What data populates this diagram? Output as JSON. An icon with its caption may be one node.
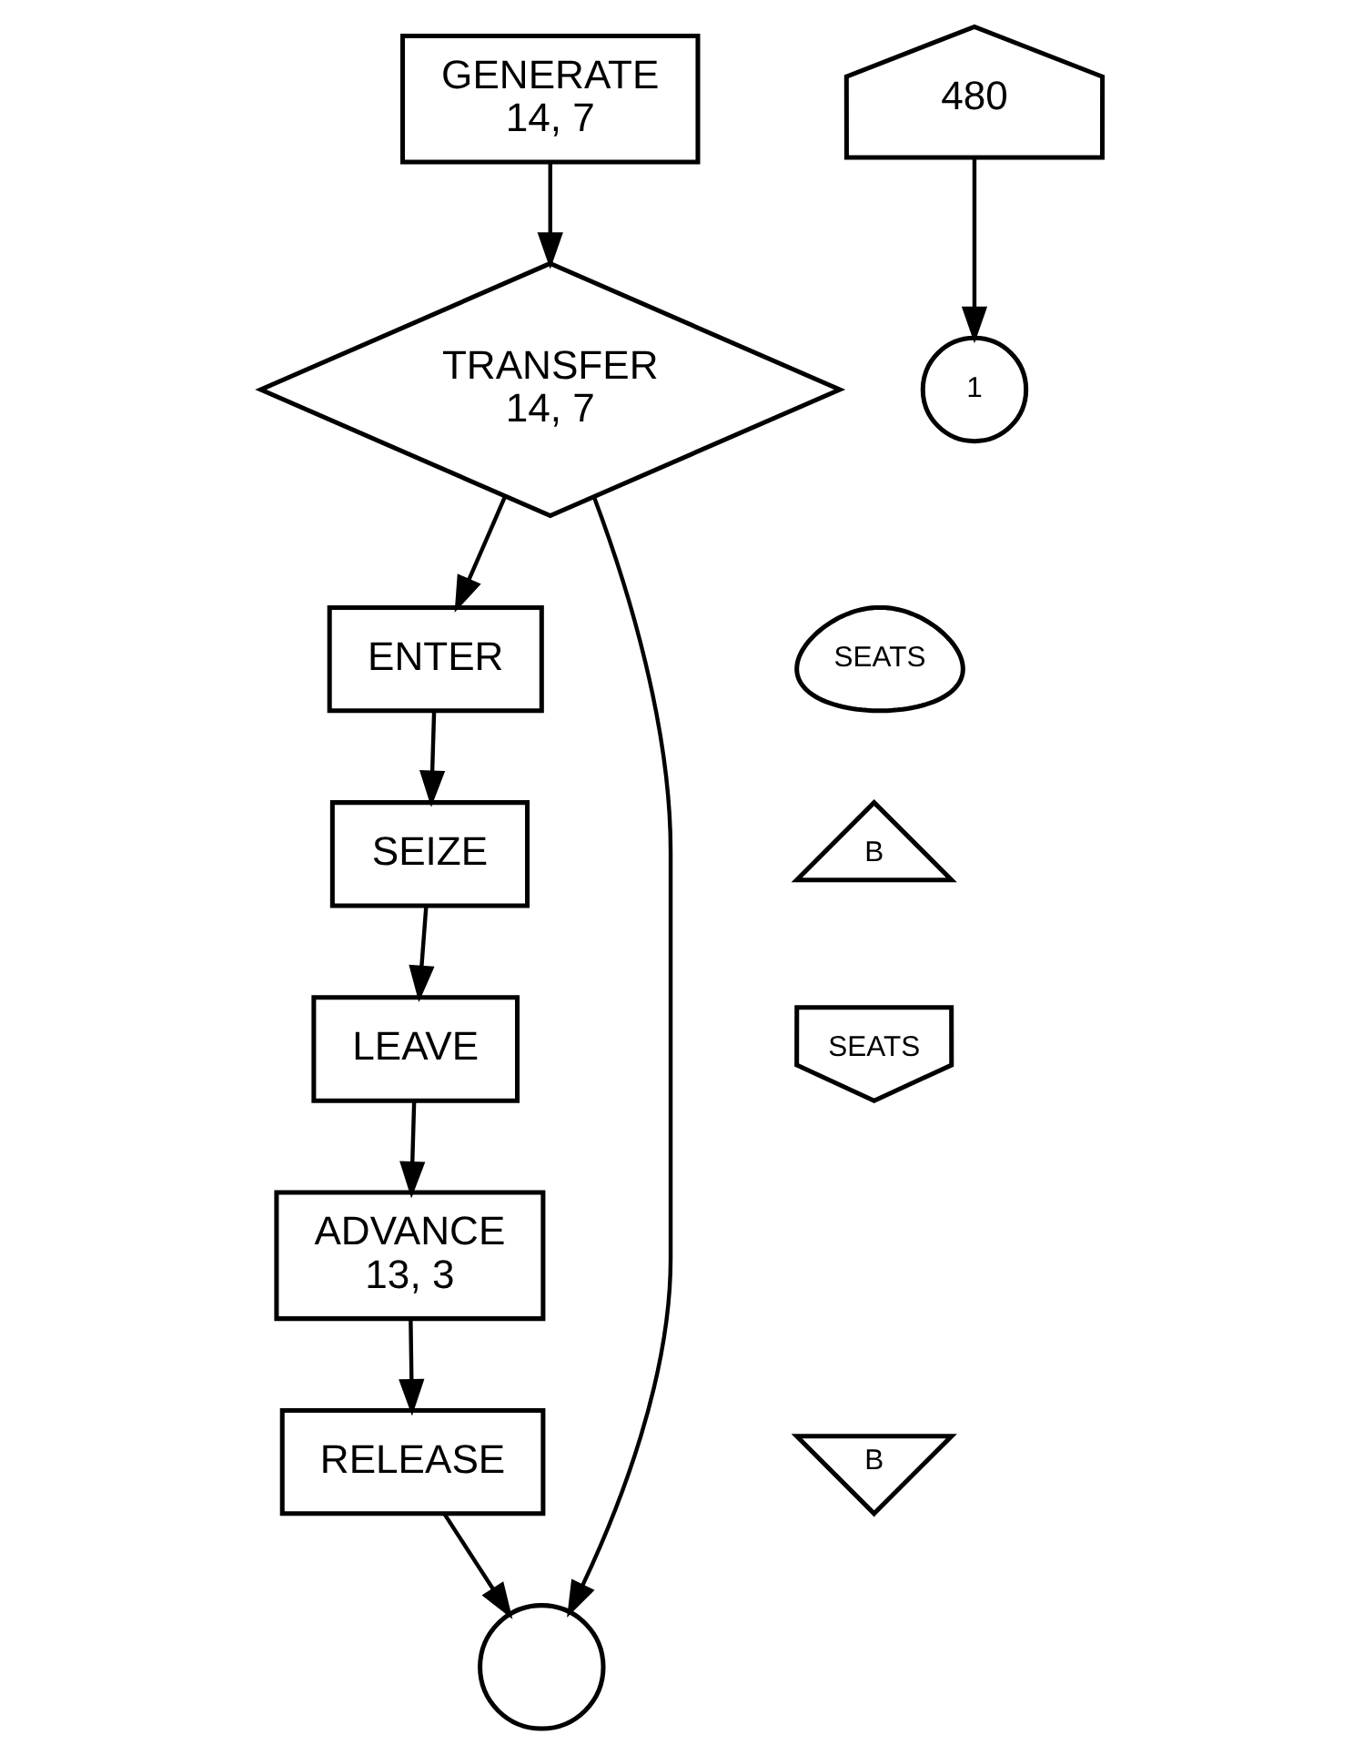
{
  "diagram": {
    "nodes": [
      {
        "text": [
          "GENERATE",
          "14, 7"
        ]
      },
      {
        "text": [
          "TRANSFER",
          "14, 7"
        ]
      },
      {
        "text": [
          "ENTER"
        ]
      },
      {
        "text": [
          "SEATS"
        ]
      },
      {
        "text": [
          "SEIZE"
        ]
      },
      {
        "text": [
          "B"
        ]
      },
      {
        "text": [
          "LEAVE"
        ]
      },
      {
        "text": [
          "SEATS"
        ]
      },
      {
        "text": [
          "ADVANCE",
          "13, 3"
        ]
      },
      {
        "text": [
          "RELEASE"
        ]
      },
      {
        "text": [
          "B"
        ]
      },
      {
        "text": [],
        "shape": "circle"
      },
      {
        "text": [
          "480"
        ]
      },
      {
        "text": [
          "1"
        ]
      }
    ],
    "edges": [
      {
        "from": 0,
        "to": 1,
        "arrow": "to"
      },
      {
        "from": 1,
        "to": 2,
        "arrow": "to"
      },
      {
        "from": 2,
        "to": 4,
        "arrow": "to"
      },
      {
        "from": 4,
        "to": 6,
        "arrow": "to"
      },
      {
        "from": 6,
        "to": 8,
        "arrow": "to"
      },
      {
        "from": 8,
        "to": 9,
        "arrow": "to"
      },
      {
        "from": 1,
        "to": 11,
        "arrow": "to"
      },
      {
        "from": 9,
        "to": 11,
        "arrow": "to"
      },
      {
        "from": 12,
        "to": 13,
        "arrow": "to"
      }
    ]
  }
}
